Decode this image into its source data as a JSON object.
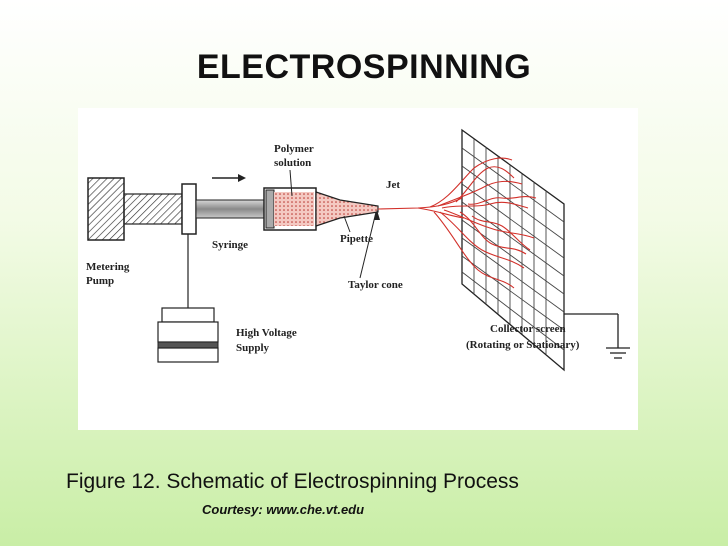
{
  "slide": {
    "title": "ELECTROSPINNING",
    "caption": "Figure 12.  Schematic of Electrospinning Process",
    "courtesy": "Courtesy: www.che.vt.edu"
  },
  "diagram": {
    "labels": {
      "polymer_line1": "Polymer",
      "polymer_line2": "solution",
      "jet": "Jet",
      "syringe": "Syringe",
      "pipette": "Pipette",
      "taylor_cone": "Taylor cone",
      "metering_line1": "Metering",
      "metering_line2": "Pump",
      "hv_line1": "High Voltage",
      "hv_line2": "Supply",
      "collector_line1": "Collector screen",
      "collector_line2": "(Rotating or Stationary)"
    },
    "colors": {
      "fiber": "#d2302a",
      "ink": "#222222",
      "polymer_fill": "#f4c9c2"
    }
  }
}
